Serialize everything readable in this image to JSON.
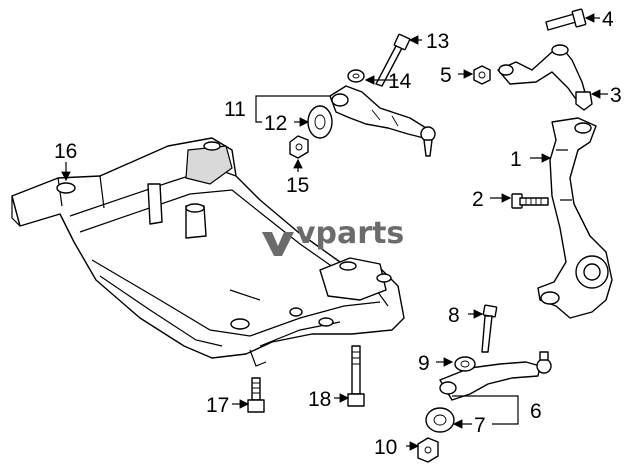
{
  "watermark": "vparts",
  "callouts": [
    {
      "id": "1",
      "label": "1"
    },
    {
      "id": "2",
      "label": "2"
    },
    {
      "id": "3",
      "label": "3"
    },
    {
      "id": "4",
      "label": "4"
    },
    {
      "id": "5",
      "label": "5"
    },
    {
      "id": "6",
      "label": "6"
    },
    {
      "id": "7",
      "label": "7"
    },
    {
      "id": "8",
      "label": "8"
    },
    {
      "id": "9",
      "label": "9"
    },
    {
      "id": "10",
      "label": "10"
    },
    {
      "id": "11",
      "label": "11"
    },
    {
      "id": "12",
      "label": "12"
    },
    {
      "id": "13",
      "label": "13"
    },
    {
      "id": "14",
      "label": "14"
    },
    {
      "id": "15",
      "label": "15"
    },
    {
      "id": "16",
      "label": "16"
    },
    {
      "id": "17",
      "label": "17"
    },
    {
      "id": "18",
      "label": "18"
    }
  ]
}
